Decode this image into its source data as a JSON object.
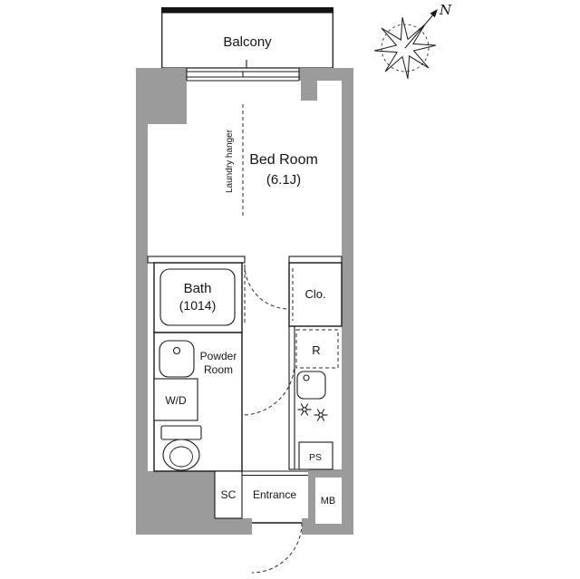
{
  "plan": {
    "balcony": "Balcony",
    "bedroom": {
      "name": "Bed Room",
      "size": "(6.1J)",
      "laundry": "Laundry hanger"
    },
    "bath": {
      "name": "Bath",
      "size": "(1014)"
    },
    "closet": "Clo.",
    "powder": {
      "line1": "Powder",
      "line2": "Room"
    },
    "washer_dryer": "W/D",
    "refrigerator": "R",
    "pipe_space": "PS",
    "shoe_closet": "SC",
    "entrance": "Entrance",
    "meter_box": "MB",
    "compass_north": "N"
  },
  "colors": {
    "wall": "#9b9b9b",
    "line": "#1a1a1a",
    "background": "#ffffff"
  }
}
